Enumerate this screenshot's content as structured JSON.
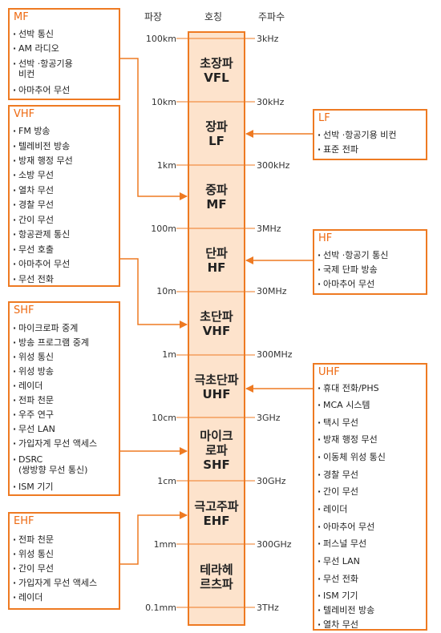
{
  "headers": {
    "wavelength": "파장",
    "name": "호칭",
    "frequency": "주파수"
  },
  "scale": [
    {
      "wavelength": "100km",
      "frequency": "3kHz"
    },
    {
      "wavelength": "10km",
      "frequency": "30kHz"
    },
    {
      "wavelength": "1km",
      "frequency": "300kHz"
    },
    {
      "wavelength": "100m",
      "frequency": "3MHz"
    },
    {
      "wavelength": "10m",
      "frequency": "30MHz"
    },
    {
      "wavelength": "1m",
      "frequency": "300MHz"
    },
    {
      "wavelength": "10cm",
      "frequency": "3GHz"
    },
    {
      "wavelength": "1cm",
      "frequency": "30GHz"
    },
    {
      "wavelength": "1mm",
      "frequency": "300GHz"
    },
    {
      "wavelength": "0.1mm",
      "frequency": "3THz"
    }
  ],
  "bands": [
    {
      "line1": "초장파",
      "line2": "VFL"
    },
    {
      "line1": "장파",
      "line2": "LF"
    },
    {
      "line1": "중파",
      "line2": "MF"
    },
    {
      "line1": "단파",
      "line2": "HF"
    },
    {
      "line1": "초단파",
      "line2": "VHF"
    },
    {
      "line1": "극초단파",
      "line2": "UHF"
    },
    {
      "line1": "마이크",
      "line2": "로파",
      "line3": "SHF"
    },
    {
      "line1": "극고주파",
      "line2": "EHF"
    },
    {
      "line1": "테라헤",
      "line2": "르츠파"
    }
  ],
  "boxes": {
    "mf": {
      "title": "MF",
      "items": [
        "선박 통신",
        "AM 라디오",
        "선박 ·항공기용",
        "비컨",
        "아마추어 무선"
      ]
    },
    "vhf": {
      "title": "VHF",
      "items": [
        "FM 방송",
        "텔레비전 방송",
        "방재 행정 무선",
        "소방 무선",
        "열차 무선",
        "경찰 무선",
        "간이 무선",
        "항공관제 통신",
        "무선 호출",
        "아마추어 무선",
        "무선 전화"
      ]
    },
    "shf": {
      "title": "SHF",
      "items": [
        "마이크로파 중계",
        "방송 프로그램 중계",
        "위성 통신",
        "위성 방송",
        "레이더",
        "전파 천문",
        "우주 연구",
        "무선 LAN",
        "가입자계 무선 액세스",
        "DSRC",
        "(쌍방향 무선 통신)",
        "ISM 기기"
      ]
    },
    "ehf": {
      "title": "EHF",
      "items": [
        "전파 천문",
        "위성 통신",
        "간이 무선",
        "가입자계 무선 액세스",
        "레이더"
      ]
    },
    "lf": {
      "title": "LF",
      "items": [
        "선박 ·항공기용 비컨",
        "표준 전파"
      ]
    },
    "hf": {
      "title": "HF",
      "items": [
        "선박 ·항공기 통신",
        "국제 단파 방송",
        "아마추어 무선"
      ]
    },
    "uhf": {
      "title": "UHF",
      "items": [
        "휴대 전화/PHS",
        "MCA 시스템",
        "택시 무선",
        "방재 행정 무선",
        "이동체 위성 통신",
        "경찰 무선",
        "간이 무선",
        "레이더",
        "아마추어 무선",
        "퍼스널 무선",
        "무선 LAN",
        "무선 전화",
        "ISM 기기",
        "텔레비전 방송",
        "열차 무선"
      ]
    }
  },
  "colors": {
    "accent": "#ee7a22",
    "band_fill": "#fde3cc",
    "scale_line": "#ee7a22"
  }
}
